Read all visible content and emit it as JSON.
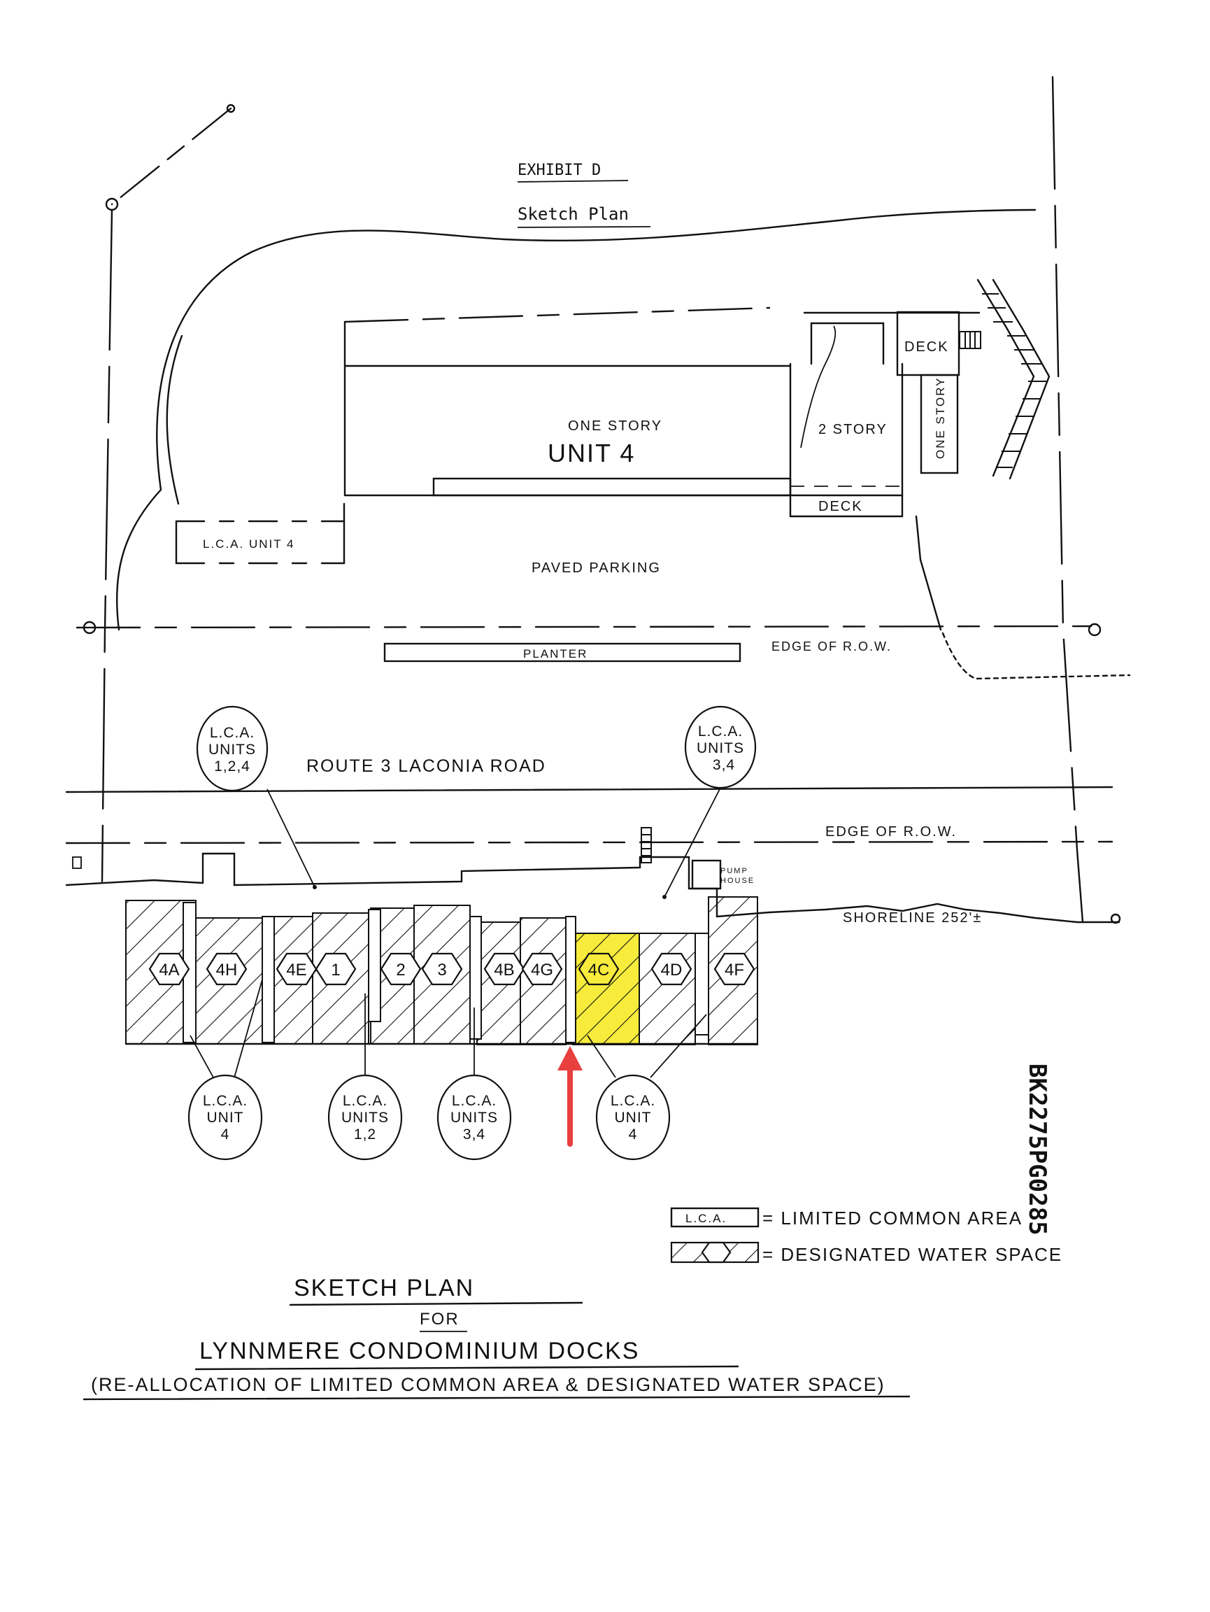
{
  "header": {
    "exhibit": "EXHIBIT D",
    "subtitle": "Sketch Plan"
  },
  "site": {
    "building_label_small": "ONE STORY",
    "building_label_large": "UNIT 4",
    "two_story_label": "2 STORY",
    "one_story_vertical": "ONE STORY",
    "deck_top": "DECK",
    "deck_bottom": "DECK",
    "lca_unit4_box": "L.C.A. UNIT 4",
    "paved_parking": "PAVED PARKING",
    "planter": "PLANTER",
    "edge_row_upper": "EDGE OF R.O.W.",
    "road": "ROUTE 3   LACONIA ROAD",
    "edge_row_lower": "EDGE OF R.O.W.",
    "pump_house_line1": "PUMP",
    "pump_house_line2": "HOUSE",
    "shoreline": "SHORELINE 252'±"
  },
  "callouts_top": [
    {
      "line1": "L.C.A.",
      "line2": "UNITS",
      "line3": "1,2,4"
    },
    {
      "line1": "L.C.A.",
      "line2": "UNITS",
      "line3": "3,4"
    }
  ],
  "callouts_bottom": [
    {
      "line1": "L.C.A.",
      "line2": "UNIT",
      "line3": "4"
    },
    {
      "line1": "L.C.A.",
      "line2": "UNITS",
      "line3": "1,2"
    },
    {
      "line1": "L.C.A.",
      "line2": "UNITS",
      "line3": "3,4"
    },
    {
      "line1": "L.C.A.",
      "line2": "UNIT",
      "line3": "4"
    }
  ],
  "slips": [
    {
      "id": "4A"
    },
    {
      "id": "4H"
    },
    {
      "id": "4E"
    },
    {
      "id": "1"
    },
    {
      "id": "2"
    },
    {
      "id": "3"
    },
    {
      "id": "4B"
    },
    {
      "id": "4G"
    },
    {
      "id": "4C",
      "highlighted": true
    },
    {
      "id": "4D"
    },
    {
      "id": "4F"
    }
  ],
  "legend": {
    "lca_key": "L.C.A.",
    "lca_text": "= LIMITED COMMON AREA",
    "water_text": "= DESIGNATED WATER SPACE"
  },
  "title_block": {
    "line1": "SKETCH   PLAN",
    "line2": "FOR",
    "line3": "LYNNMERE  CONDOMINIUM  DOCKS",
    "line4": "(RE-ALLOCATION OF LIMITED COMMON AREA & DESIGNATED WATER SPACE)"
  },
  "stamp": "BK2275PG0285",
  "annotations": {
    "highlight_color": "#f7ec3c",
    "arrow_color": "#e8403f"
  }
}
